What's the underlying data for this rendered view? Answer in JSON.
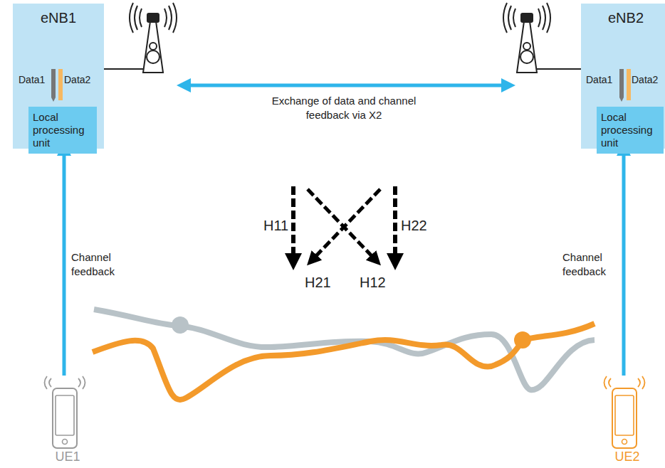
{
  "diagram": {
    "nodes": [
      {
        "text": [
          "eNB1"
        ]
      },
      {
        "text": [
          "Local processing unit"
        ],
        "in": 0
      },
      {
        "text": [
          "eNB2"
        ]
      },
      {
        "text": [
          "Local processing unit"
        ],
        "in": 2
      },
      {
        "text": [
          "UE1"
        ]
      },
      {
        "text": [
          "UE2"
        ]
      }
    ],
    "edges": [
      {
        "from": 0,
        "to": 2,
        "label": "Exchange of data and channel feedback via X2",
        "arrow": "both"
      },
      {
        "from": 4,
        "to": 0,
        "label": "Channel feedback",
        "arrow": "to"
      },
      {
        "from": 5,
        "to": 2,
        "label": "Channel feedback",
        "arrow": "to"
      }
    ],
    "labels": [
      "Data1",
      "Data2",
      "Data1",
      "Data2",
      "H11",
      "H21",
      "H12",
      "H22"
    ]
  }
}
